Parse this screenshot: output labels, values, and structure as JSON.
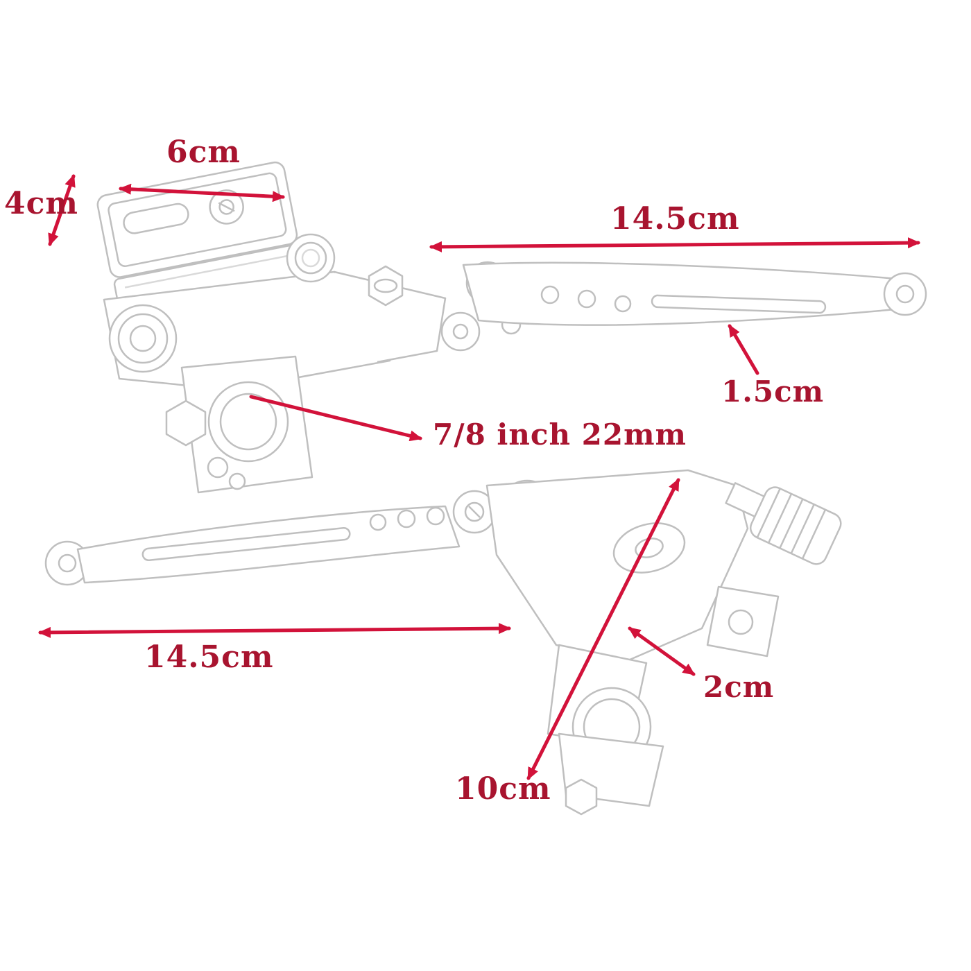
{
  "diagram": {
    "type": "product-dimension-diagram",
    "subject": "CNC motorcycle brake and clutch master cylinder lever set, line-art sketch with red dimension arrows",
    "colors": {
      "dimension_arrow": "#d2123a",
      "dimension_text": "#a8142f",
      "sketch_line": "#bfbfbf",
      "background": "#ffffff"
    },
    "labels": {
      "reservoir_width": "6cm",
      "reservoir_depth": "4cm",
      "lever_length_top": "14.5cm",
      "lever_blade_width": "1.5cm",
      "handlebar_diameter": "7/8 inch 22mm",
      "lever_length_bottom": "14.5cm",
      "body_thickness": "2cm",
      "body_height": "10cm"
    }
  }
}
